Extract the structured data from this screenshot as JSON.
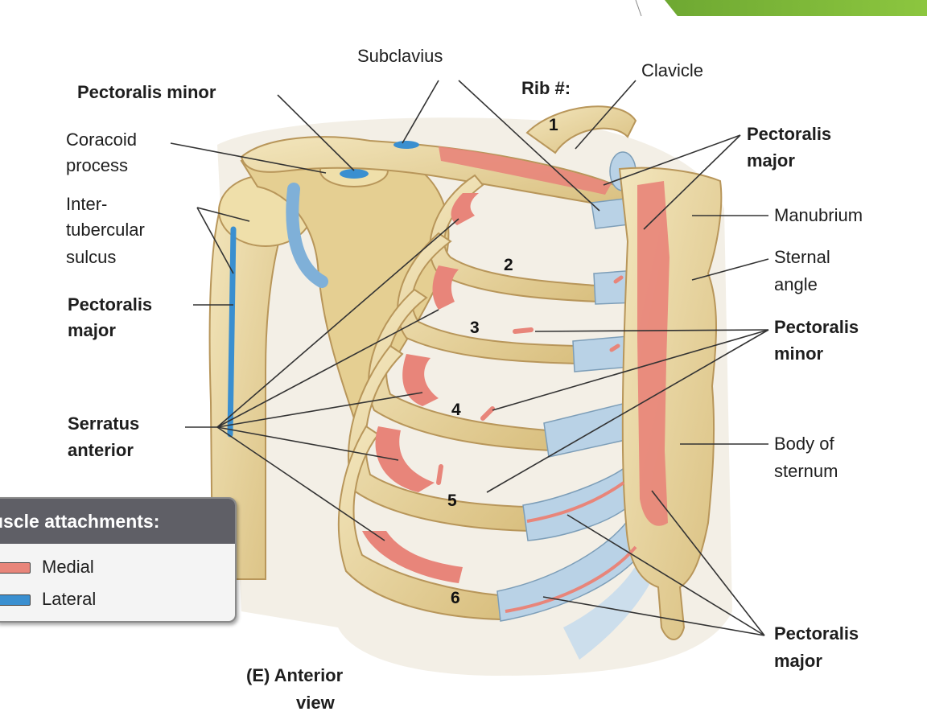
{
  "labels": {
    "subclavius": "Subclavius",
    "rib_hash": "Rib #:",
    "clavicle": "Clavicle",
    "pectoralis_minor_top": "Pectoralis minor",
    "coracoid_1": "Coracoid",
    "coracoid_2": "process",
    "inter_1": "Inter-",
    "inter_2": "tubercular",
    "inter_3": "sulcus",
    "pect_major_left_1": "Pectoralis",
    "pect_major_left_2": "major",
    "serratus_1": "Serratus",
    "serratus_2": "anterior",
    "pect_major_topright_1": "Pectoralis",
    "pect_major_topright_2": "major",
    "manubrium": "Manubrium",
    "sternal_1": "Sternal",
    "sternal_2": "angle",
    "pect_minor_right_1": "Pectoralis",
    "pect_minor_right_2": "minor",
    "body_1": "Body of",
    "body_2": "sternum",
    "pect_major_bottom_1": "Pectoralis",
    "pect_major_bottom_2": "major",
    "view_1": "(E) Anterior",
    "view_2": "view"
  },
  "ribs": [
    "1",
    "2",
    "3",
    "4",
    "5",
    "6"
  ],
  "legend": {
    "title": "uscle attachments:",
    "items": [
      {
        "label": "Medial",
        "color": "#e8857a"
      },
      {
        "label": "Lateral",
        "color": "#3a8fd0"
      }
    ]
  },
  "colors": {
    "bone": "#ead9a4",
    "bone_dark": "#c9a962",
    "cartilage": "#b9d2e6",
    "medial": "#e8857a",
    "lateral": "#3a8fd0",
    "accent_green": "#7fb83a"
  }
}
